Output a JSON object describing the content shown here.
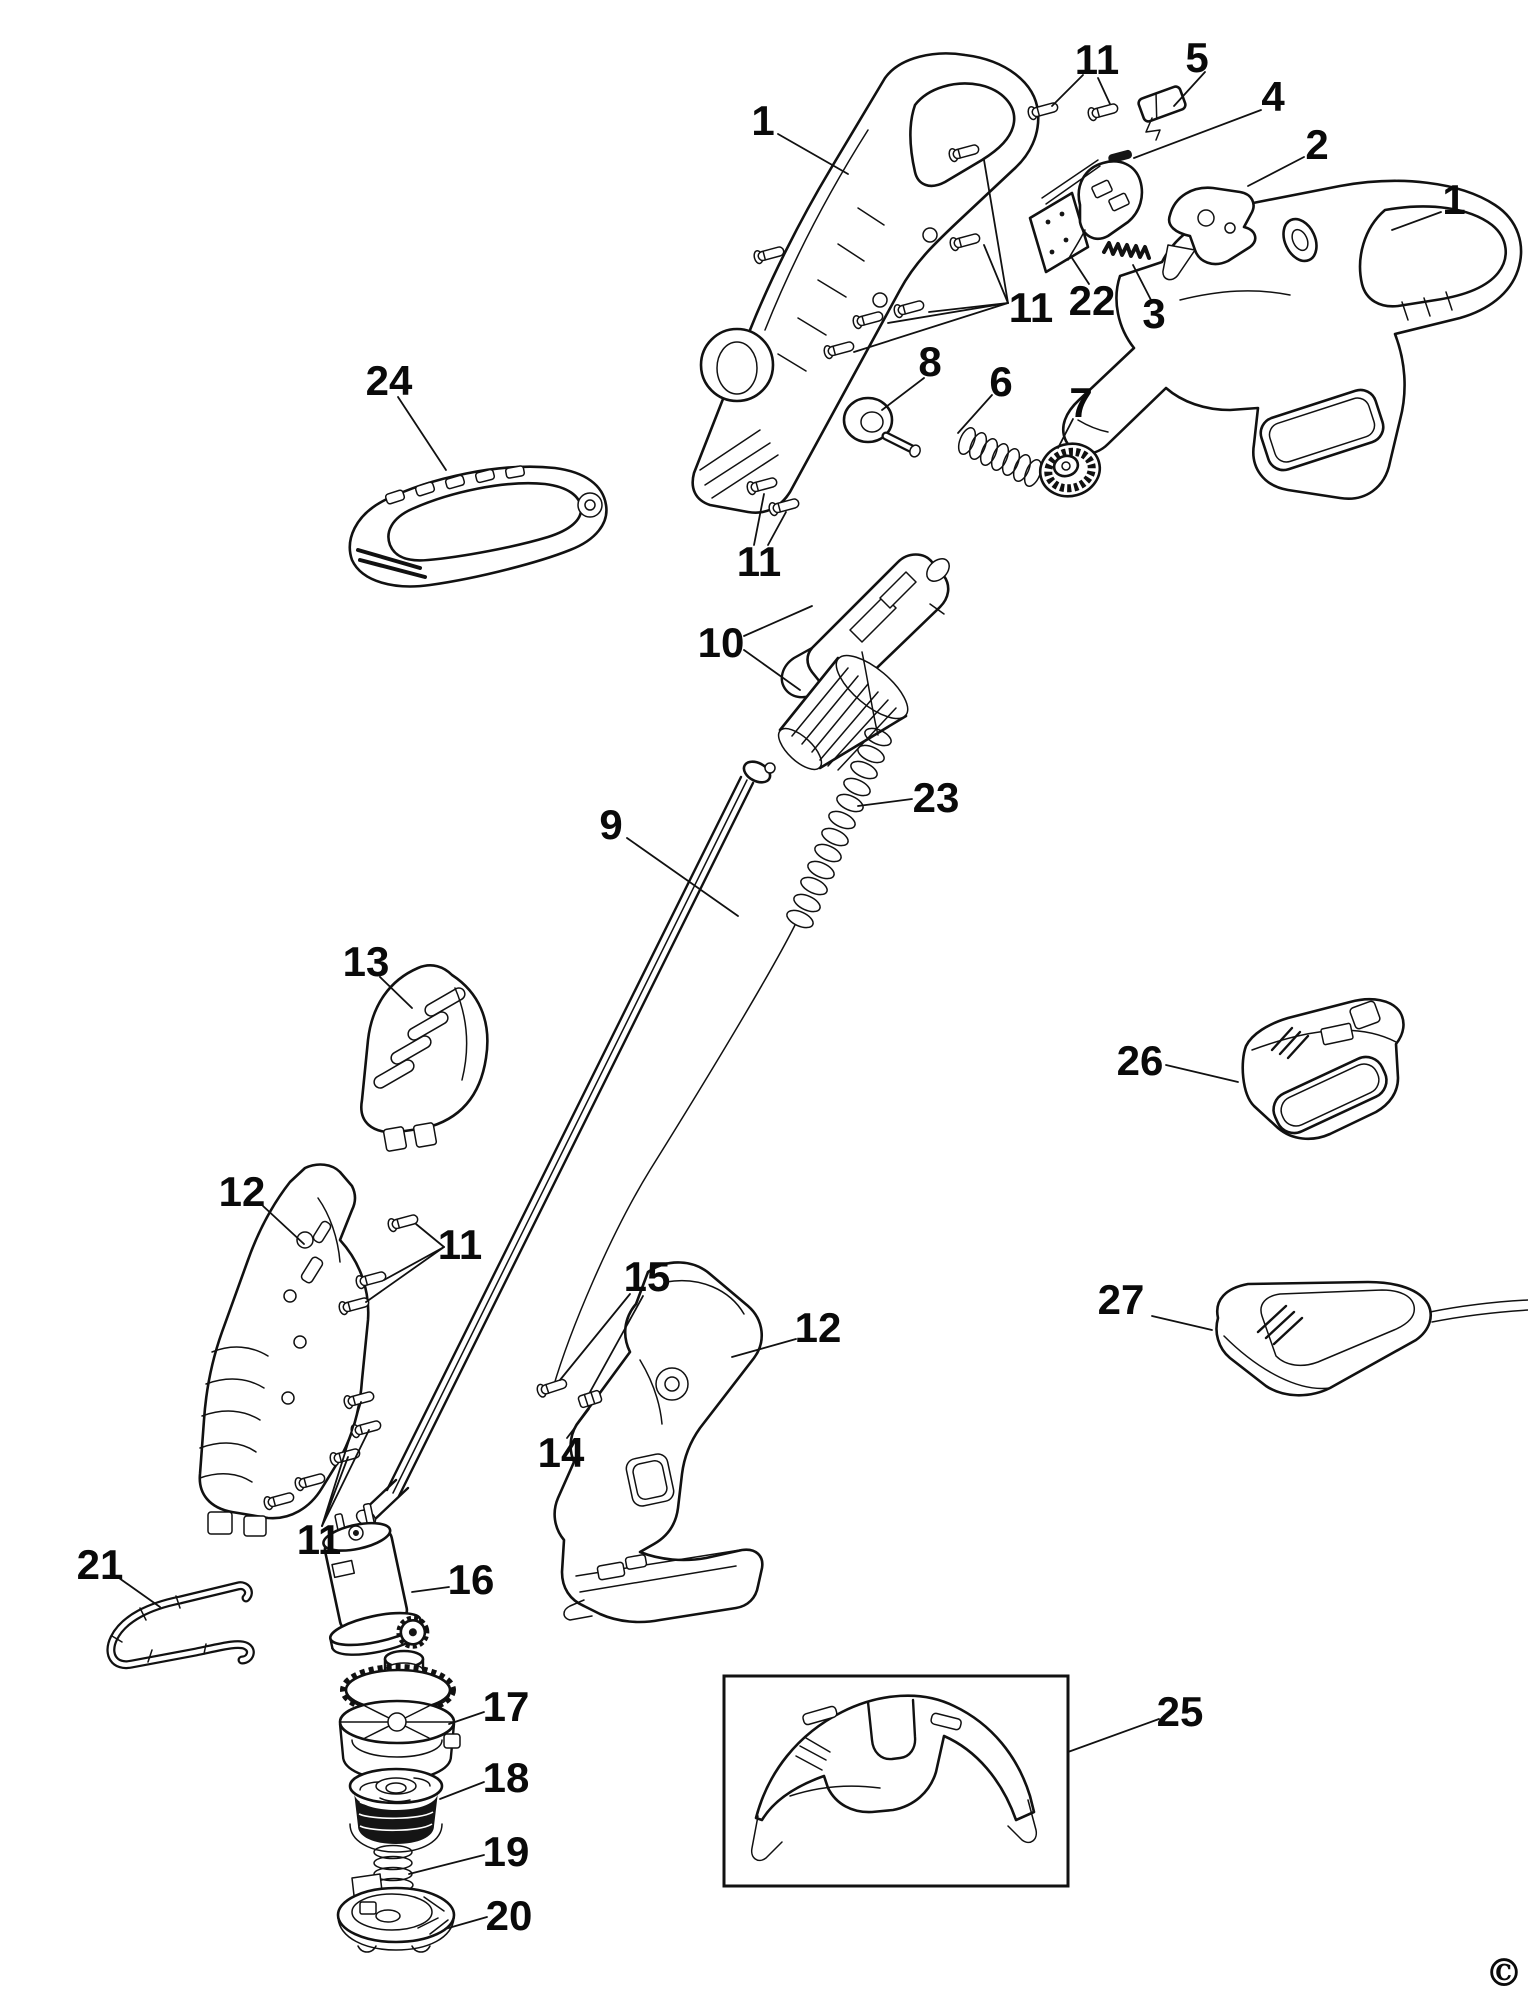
{
  "callouts": [
    {
      "id": "housing-left",
      "label": "1"
    },
    {
      "id": "screws-top",
      "label": "11"
    },
    {
      "id": "lockoff-button",
      "label": "5"
    },
    {
      "id": "pin",
      "label": "4"
    },
    {
      "id": "trigger",
      "label": "2"
    },
    {
      "id": "housing-right",
      "label": "1"
    },
    {
      "id": "switch-plate",
      "label": "22"
    },
    {
      "id": "trigger-spring",
      "label": "3"
    },
    {
      "id": "housing-screws",
      "label": "11"
    },
    {
      "id": "bushing",
      "label": "8"
    },
    {
      "id": "spring",
      "label": "6"
    },
    {
      "id": "collar-nut",
      "label": "7"
    },
    {
      "id": "aux-handle",
      "label": "24"
    },
    {
      "id": "shaft-screws",
      "label": "11"
    },
    {
      "id": "coupler",
      "label": "10"
    },
    {
      "id": "coiled-cable",
      "label": "23"
    },
    {
      "id": "shaft-tube",
      "label": "9"
    },
    {
      "id": "motor-cover",
      "label": "13"
    },
    {
      "id": "battery",
      "label": "26"
    },
    {
      "id": "lower-housing-left",
      "label": "12"
    },
    {
      "id": "lower-screws-upper",
      "label": "11"
    },
    {
      "id": "guide-screws",
      "label": "15"
    },
    {
      "id": "lower-housing-right",
      "label": "12"
    },
    {
      "id": "charger",
      "label": "27"
    },
    {
      "id": "ferrule",
      "label": "14"
    },
    {
      "id": "lower-screws-bottom",
      "label": "11"
    },
    {
      "id": "wire-guard",
      "label": "21"
    },
    {
      "id": "motor",
      "label": "16"
    },
    {
      "id": "spool-housing",
      "label": "17"
    },
    {
      "id": "spool",
      "label": "18"
    },
    {
      "id": "spool-spring",
      "label": "19"
    },
    {
      "id": "spool-cap",
      "label": "20"
    },
    {
      "id": "guard",
      "label": "25"
    }
  ],
  "copyright_symbol": "©"
}
